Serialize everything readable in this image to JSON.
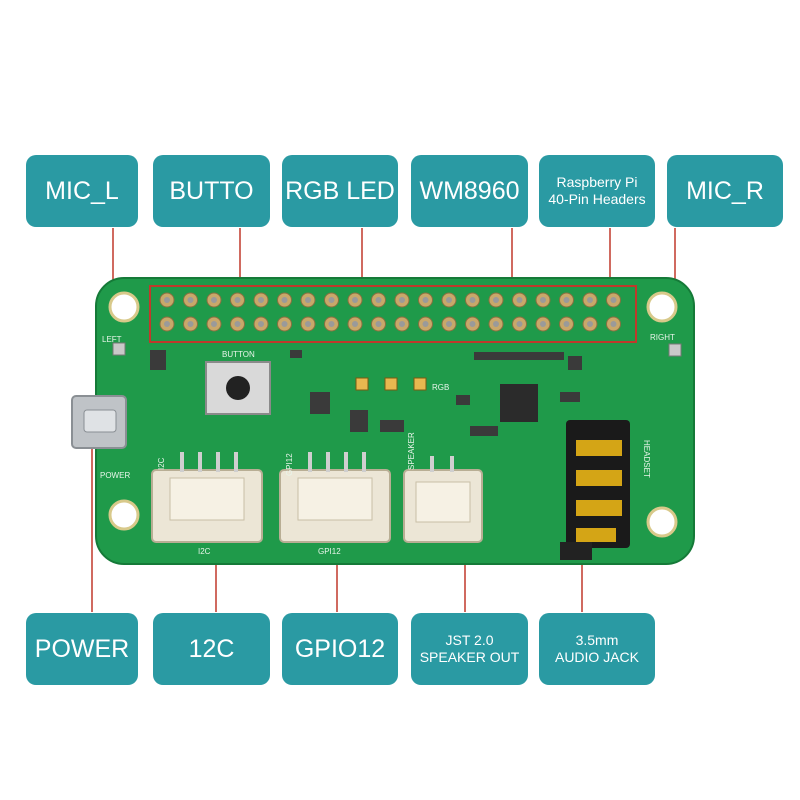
{
  "labels": {
    "mic_l": "MIC_L",
    "button": "BUTTO",
    "rgb_led": "RGB LED",
    "wm8960": "WM8960",
    "headers_line1": "Raspberry Pi",
    "headers_line2": "40-Pin Headers",
    "mic_r": "MIC_R",
    "power": "POWER",
    "i2c": "12C",
    "gpio12": "GPIO12",
    "speaker_line1": "JST 2.0",
    "speaker_line2": "SPEAKER OUT",
    "jack_line1": "3.5mm",
    "jack_line2": "AUDIO JACK"
  },
  "silkscreen": {
    "left": "LEFT",
    "right": "RIGHT",
    "button": "BUTTON",
    "rgb": "RGB",
    "i2c_top": "I2C",
    "i2c_bottom": "I2C",
    "gpio_top": "GPI12",
    "gpio_bottom": "GPI12",
    "speaker": "SPEAKER",
    "headset": "HEADSET",
    "power": "POWER"
  },
  "colors": {
    "label_bg": "#2a9aa3",
    "pcb": "#1f9a4a",
    "leader": "#c0392b"
  }
}
